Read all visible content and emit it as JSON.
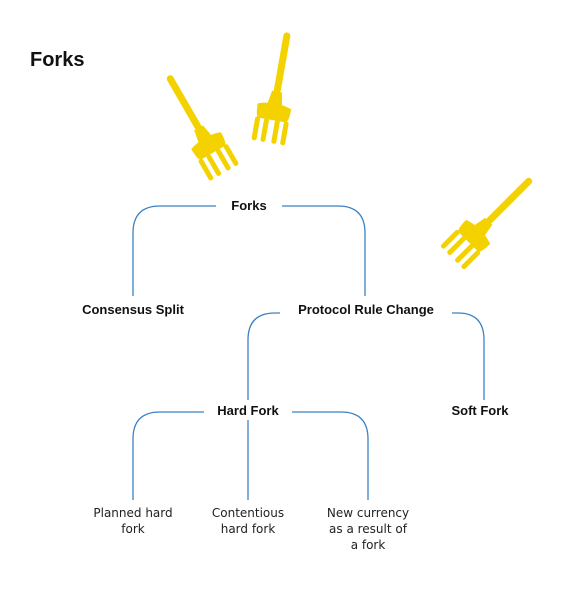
{
  "title": "Forks",
  "colors": {
    "connector": "#3b82c4",
    "fork_icon": "#f3d200",
    "text": "#111111"
  },
  "icons": [
    "fork-icon",
    "fork-icon",
    "fork-icon"
  ],
  "tree": {
    "root": "Forks",
    "level1": {
      "consensus_split": "Consensus Split",
      "protocol_rule_change": "Protocol Rule Change"
    },
    "level2": {
      "hard_fork": "Hard Fork",
      "soft_fork": "Soft Fork"
    },
    "leaves": {
      "planned": "Planned hard\nfork",
      "contentious": "Contentious\nhard fork",
      "new_currency": "New currency\nas a result of\na fork"
    }
  }
}
